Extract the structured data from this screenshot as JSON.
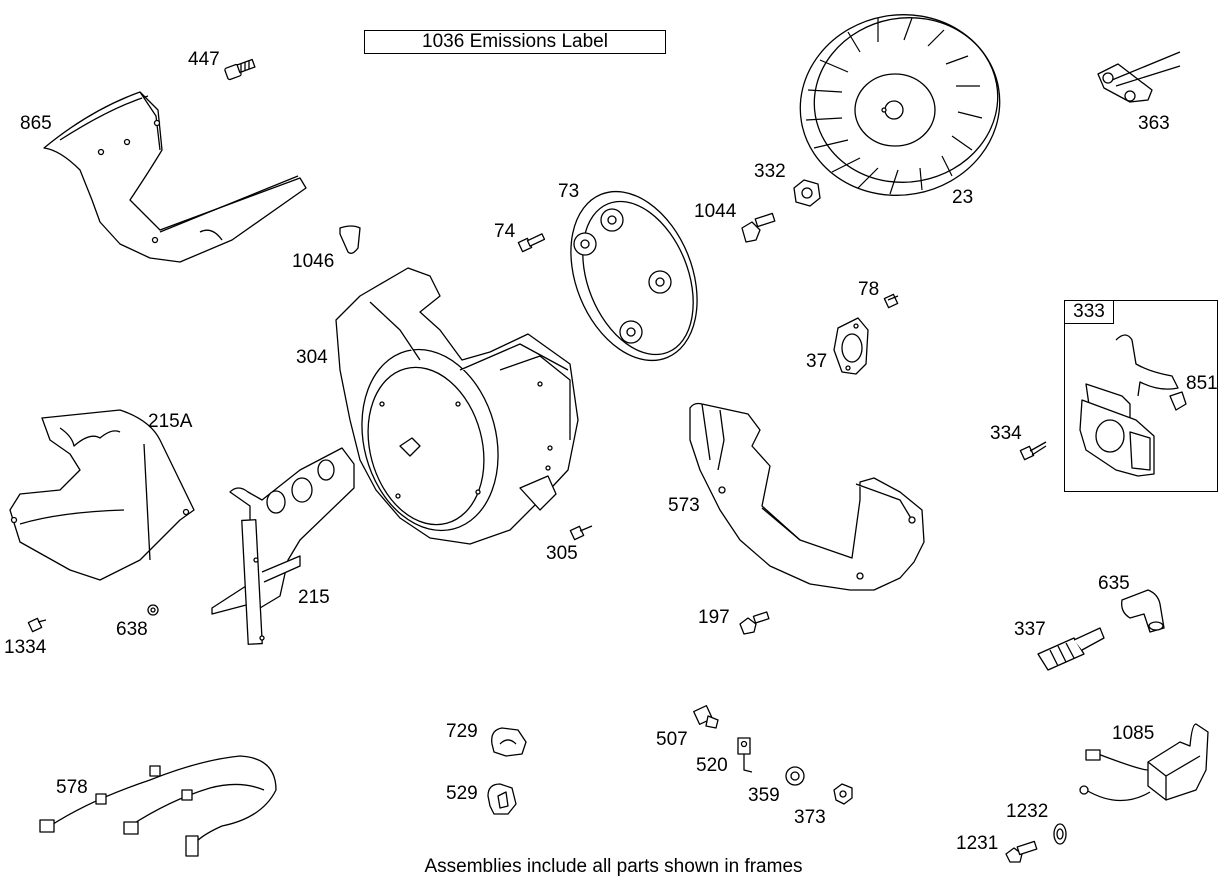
{
  "header": {
    "emissions_label": "1036    Emissions Label"
  },
  "footer": {
    "note": "Assemblies include all parts shown in frames"
  },
  "frame": {
    "tag": "333"
  },
  "parts": {
    "p447": "447",
    "p865": "865",
    "p1046": "1046",
    "p74": "74",
    "p73": "73",
    "p1044": "1044",
    "p332": "332",
    "p23": "23",
    "p363": "363",
    "p78": "78",
    "p37": "37",
    "p304": "304",
    "p215A": "215A",
    "p215": "215",
    "p305": "305",
    "p1334": "1334",
    "p638": "638",
    "p573": "573",
    "p197": "197",
    "p851": "851",
    "p334": "334",
    "p635": "635",
    "p337": "337",
    "p729": "729",
    "p529": "529",
    "p507": "507",
    "p520": "520",
    "p359": "359",
    "p373": "373",
    "p578": "578",
    "p1085": "1085",
    "p1232": "1232",
    "p1231": "1231"
  }
}
